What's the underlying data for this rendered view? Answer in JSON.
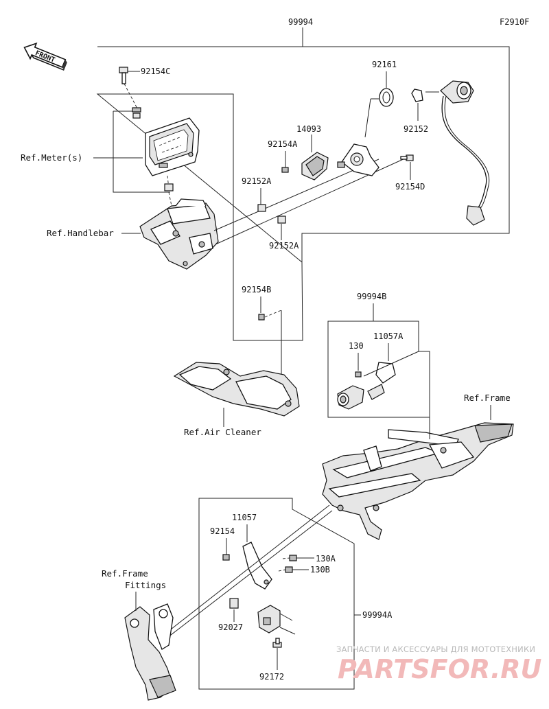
{
  "figure_code": "F2910F",
  "front_label": "FRONT",
  "callouts": {
    "p99994": "99994",
    "p92154C": "92154C",
    "p92161": "92161",
    "p14093": "14093",
    "p92154A": "92154A",
    "p92152": "92152",
    "p92152A_top": "92152A",
    "p92154D": "92154D",
    "p92152A_bottom": "92152A",
    "p92154B": "92154B",
    "p99994B": "99994B",
    "p11057A": "11057A",
    "p130": "130",
    "p11057": "11057",
    "p92154": "92154",
    "p130A": "130A",
    "p130B": "130B",
    "p92027": "92027",
    "p99994A": "99994A",
    "p92172": "92172"
  },
  "references": {
    "meter": "Ref.Meter(s)",
    "handlebar": "Ref.Handlebar",
    "air_cleaner": "Ref.Air Cleaner",
    "frame": "Ref.Frame",
    "frame_fittings_1": "Ref.Frame",
    "frame_fittings_2": "Fittings"
  },
  "watermark": {
    "caption": "ЗАПЧАСТИ И АКСЕССУАРЫ ДЛЯ МОТОТЕХНИКИ",
    "brand": "PARTSFOR.RU"
  }
}
